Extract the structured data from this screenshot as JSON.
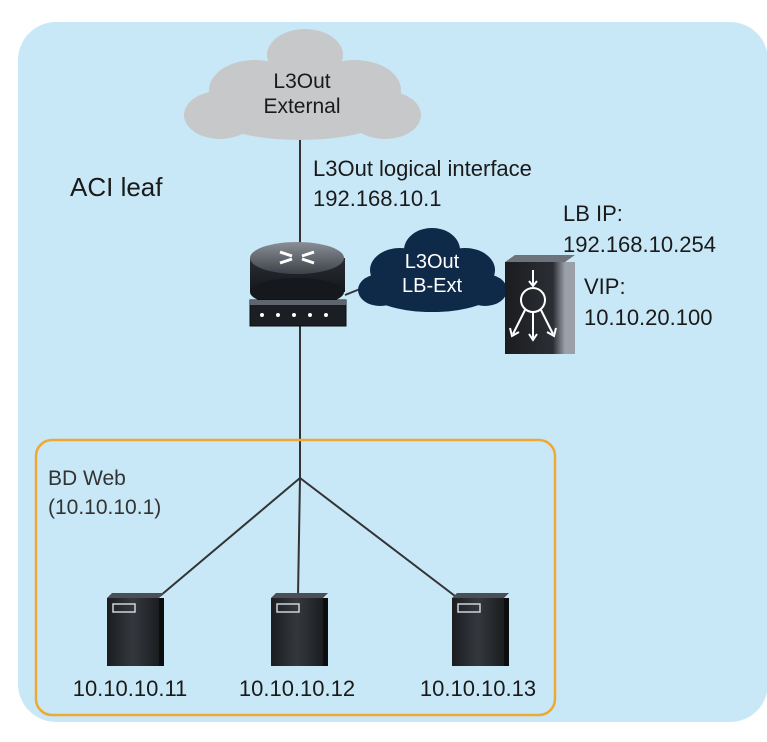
{
  "external_cloud": {
    "line1": "L3Out",
    "line2": "External"
  },
  "region_label": "ACI leaf",
  "l3out_interface": {
    "label": "L3Out logical interface",
    "ip": "192.168.10.1"
  },
  "lb_cloud": {
    "line1": "L3Out",
    "line2": "LB-Ext"
  },
  "lb_ip": {
    "label": "LB IP:",
    "value": "192.168.10.254"
  },
  "vip": {
    "label": "VIP:",
    "value": "10.10.20.100"
  },
  "bd": {
    "name": "BD Web",
    "gateway": "(10.10.10.1)"
  },
  "servers": [
    "10.10.10.11",
    "10.10.10.12",
    "10.10.10.13"
  ],
  "colors": {
    "aci_background": "#c9e8f7",
    "bd_border": "#f0a830",
    "dark_cloud": "#0e2a48",
    "gray_cloud": "#c7c8ca",
    "link": "#333333"
  },
  "icons": [
    "cloud-icon",
    "router-icon",
    "load-balancer-icon",
    "server-icon"
  ]
}
